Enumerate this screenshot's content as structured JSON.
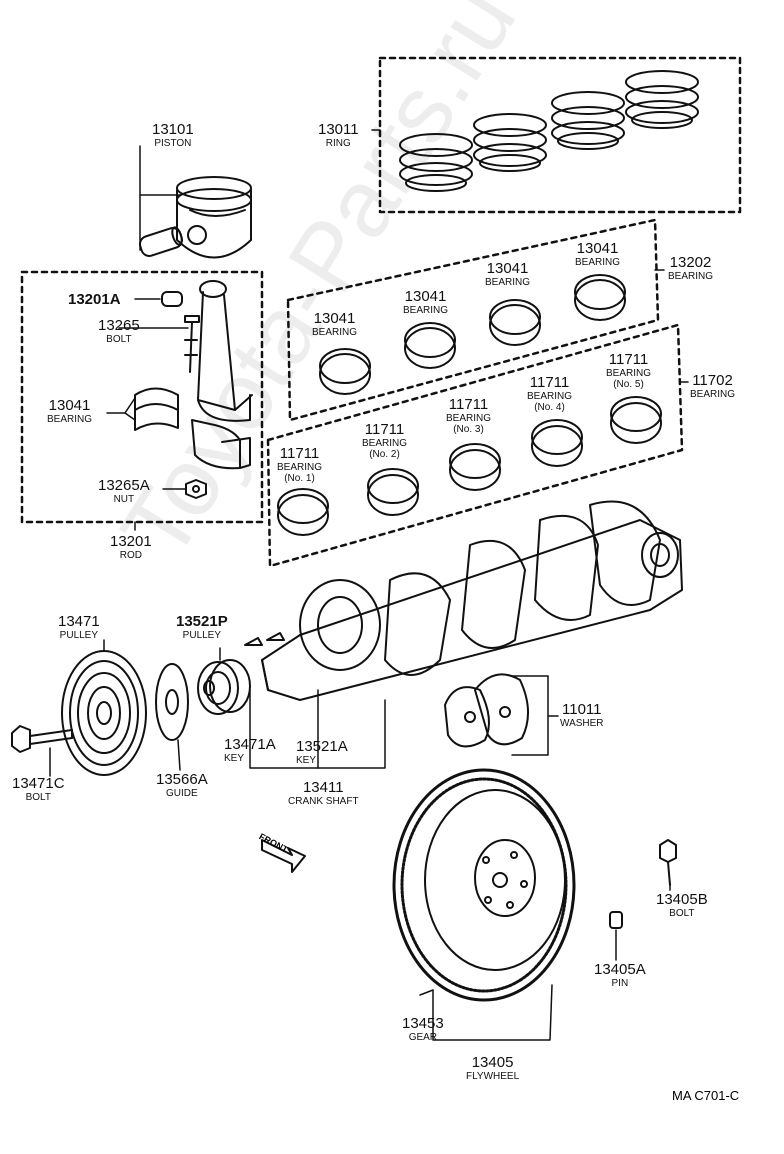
{
  "watermark": "Toyota-Parts.ru",
  "diagram_code": "MA C701-C",
  "front_marker": "FRONT",
  "parts": {
    "ring": {
      "number": "13011",
      "name": "RING"
    },
    "piston": {
      "number": "13101",
      "name": "PISTON"
    },
    "bushing": {
      "number": "13201A"
    },
    "rod_bolt": {
      "number": "13265",
      "name": "BOLT"
    },
    "rod_bearing": {
      "number": "13041",
      "name": "BEARING"
    },
    "rod_nut": {
      "number": "13265A",
      "name": "NUT"
    },
    "rod": {
      "number": "13201",
      "name": "ROD"
    },
    "rod_bearing_set": {
      "number": "13202",
      "name": "BEARING"
    },
    "conrod_bearings": [
      {
        "number": "13041",
        "name": "BEARING"
      },
      {
        "number": "13041",
        "name": "BEARING"
      },
      {
        "number": "13041",
        "name": "BEARING"
      },
      {
        "number": "13041",
        "name": "BEARING"
      }
    ],
    "main_bearing_set": {
      "number": "11702",
      "name": "BEARING"
    },
    "main_bearings": [
      {
        "number": "11711",
        "name": "BEARING",
        "sub": "(No. 1)"
      },
      {
        "number": "11711",
        "name": "BEARING",
        "sub": "(No. 2)"
      },
      {
        "number": "11711",
        "name": "BEARING",
        "sub": "(No. 3)"
      },
      {
        "number": "11711",
        "name": "BEARING",
        "sub": "(No. 4)"
      },
      {
        "number": "11711",
        "name": "BEARING",
        "sub": "(No. 5)"
      }
    ],
    "pulley": {
      "number": "13471",
      "name": "PULLEY"
    },
    "timing_pulley": {
      "number": "13521P",
      "name": "PULLEY"
    },
    "pulley_bolt": {
      "number": "13471C",
      "name": "BOLT"
    },
    "guide": {
      "number": "13566A",
      "name": "GUIDE"
    },
    "key_a": {
      "number": "13471A",
      "name": "KEY"
    },
    "key_b": {
      "number": "13521A",
      "name": "KEY"
    },
    "crankshaft": {
      "number": "13411",
      "name": "CRANK SHAFT"
    },
    "washer": {
      "number": "11011",
      "name": "WASHER"
    },
    "flywheel_bolt": {
      "number": "13405B",
      "name": "BOLT"
    },
    "flywheel_pin": {
      "number": "13405A",
      "name": "PIN"
    },
    "ring_gear": {
      "number": "13453",
      "name": "GEAR"
    },
    "flywheel": {
      "number": "13405",
      "name": "FLYWHEEL"
    }
  }
}
